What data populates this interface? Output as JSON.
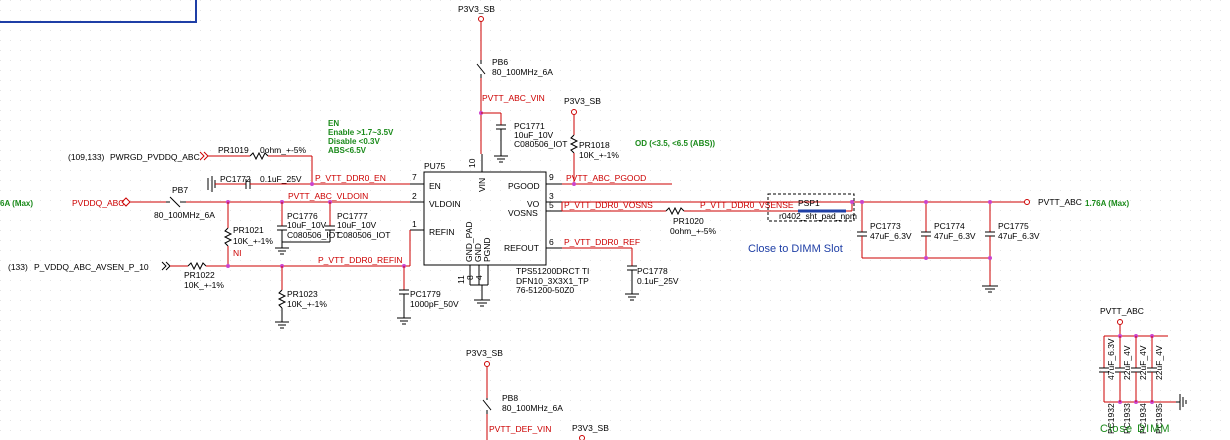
{
  "ic": {
    "ref": "PU75",
    "part": "TPS51200DRCT TI",
    "pkg": "DFN10_3X3X1_TP",
    "pn": "76-51200-50Z0",
    "pins": {
      "en": "EN",
      "vldoin": "VLDOIN",
      "refin": "REFIN",
      "vin": "VIN",
      "pgood": "PGOOD",
      "vo": "VO",
      "vosns": "VOSNS",
      "refout": "REFOUT",
      "gnd_pad": "GND_PAD",
      "gnd": "GND",
      "pgnd": "PGND"
    },
    "pin_numbers": {
      "en": "7",
      "vldoin": "2",
      "refin": "1",
      "vin": "10",
      "pgood": "9",
      "vo": "3",
      "vosns": "5",
      "refout": "6",
      "gnd_pad": "11",
      "gnd": "8",
      "pgnd": "4"
    }
  },
  "rails": {
    "p3v3_1": "P3V3_SB",
    "p3v3_2": "P3V3_SB",
    "p3v3_3": "P3V3_SB",
    "p3v3_4": "P3V3_SB",
    "pvtt_abc": "PVTT_ABC"
  },
  "nets": {
    "pvtt_abc_vin": "PVTT_ABC_VIN",
    "ddr0_en": "P_VTT_DDR0_EN",
    "vldoin": "PVTT_ABC_VLDOIN",
    "refin": "P_VTT_DDR0_REFIN",
    "pgood": "PVTT_ABC_PGOOD",
    "vosns": "P_VTT_DDR0_VOSNS",
    "vsense": "P_VTT_DDR0_VSENSE",
    "ref": "P_VTT_DDR0_REF",
    "pvtt_def_vin": "PVTT_DEF_VIN"
  },
  "ports": {
    "pwrgd": "PWRGD_PVDDQ_ABC",
    "pwrgd_ref": "(109,133)",
    "pvddq": "PVDDQ_ABC",
    "pvddq_max": "6A (Max)",
    "avsen": "P_VDDQ_ABC_AVSEN_P_10",
    "avsen_ref": "(133)",
    "pvtt_out": "PVTT_ABC",
    "pvtt_max": "1.76A (Max)"
  },
  "parts": {
    "pb6": [
      "PB6",
      "80_100MHz_6A"
    ],
    "pb7": [
      "PB7",
      "80_100MHz_6A"
    ],
    "pb8": [
      "PB8",
      "80_100MHz_6A"
    ],
    "pc1771": [
      "PC1771",
      "10uF_10V",
      "C080506_IOT"
    ],
    "pr1018": [
      "PR1018",
      "10K_+-1%"
    ],
    "pr1019": [
      "PR1019",
      "0ohm_+-5%"
    ],
    "pc1772": [
      "PC1772",
      "0.1uF_25V"
    ],
    "pc1776": [
      "PC1776",
      "10uF_10V",
      "C080506_IOT"
    ],
    "pc1777": [
      "PC1777",
      "10uF_10V",
      "C080506_IOT"
    ],
    "pr1021": [
      "PR1021",
      "10K_+-1%",
      "NI"
    ],
    "pr1022": [
      "PR1022",
      "10K_+-1%"
    ],
    "pr1023": [
      "PR1023",
      "10K_+-1%"
    ],
    "pc1779": [
      "PC1779",
      "1000pF_50V"
    ],
    "pr1020": [
      "PR1020",
      "0ohm_+-5%"
    ],
    "pc1778": [
      "PC1778",
      "0.1uF_25V"
    ],
    "psp1": [
      "PSP1",
      "r0402_sht_pad_npm"
    ],
    "pc1773": [
      "PC1773",
      "47uF_6.3V"
    ],
    "pc1774": [
      "PC1774",
      "47uF_6.3V"
    ],
    "pc1775": [
      "PC1775",
      "47uF_6.3V"
    ],
    "pc1932": [
      "PC1932",
      "47uF_6.3V"
    ],
    "pc1933": [
      "PC1933",
      "22uF_4V"
    ],
    "pc1934": [
      "PC1934",
      "22uF_4V"
    ],
    "pc1935": [
      "PC1935",
      "22uF_4V"
    ]
  },
  "notes": {
    "en1": "EN",
    "en2": "Enable >1.7~3.5V",
    "en3": "Disable <0.3V",
    "en4": "ABS<6.5V",
    "od": "OD (<3.5, <6.5 (ABS))",
    "close_dimm_slot": "Close to DIMM Slot",
    "close_dimm": "Close DIMM"
  },
  "colors": {
    "wire": "#cc0000",
    "body": "#000000",
    "junction": "#cc44cc",
    "note_green": "#1a8a1a",
    "note_blue": "#1f3fa6"
  }
}
